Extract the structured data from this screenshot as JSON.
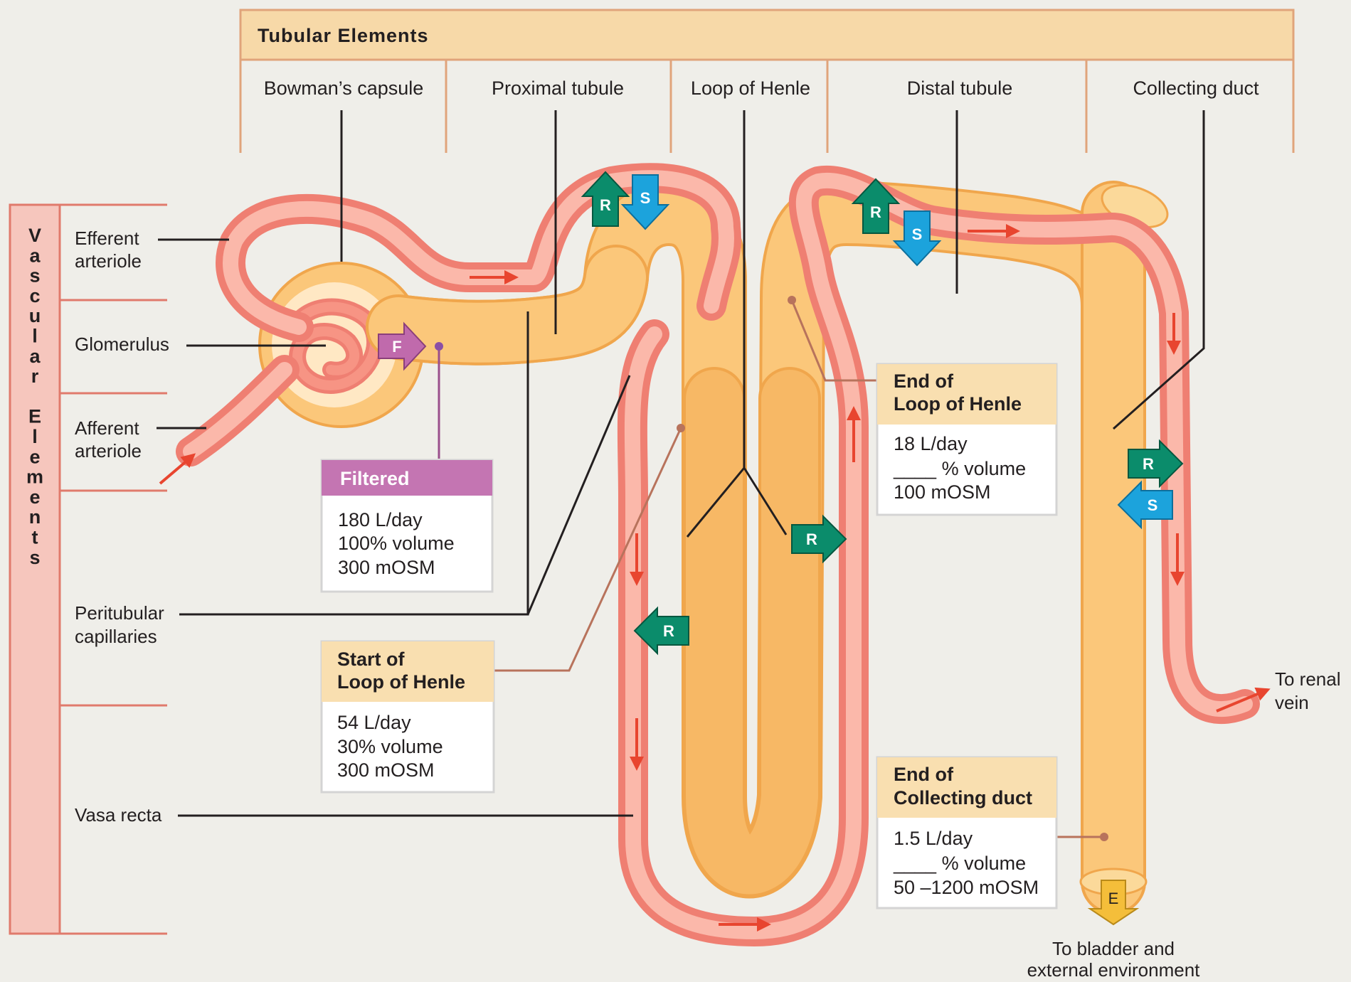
{
  "header": {
    "title": "Tubular Elements",
    "columns": [
      "Bowman’s capsule",
      "Proximal tubule",
      "Loop of Henle",
      "Distal tubule",
      "Collecting duct"
    ]
  },
  "vascular": {
    "title_letters": [
      "V",
      "a",
      "s",
      "c",
      "u",
      "l",
      "a",
      "r",
      "",
      "E",
      "l",
      "e",
      "m",
      "e",
      "n",
      "t",
      "s"
    ],
    "efferent": [
      "Efferent",
      "arteriole"
    ],
    "glomerulus": "Glomerulus",
    "afferent": [
      "Afferent",
      "arteriole"
    ],
    "peritubular": [
      "Peritubular",
      "capillaries"
    ],
    "vasa_recta": "Vasa recta"
  },
  "boxes": {
    "filtered": {
      "title": "Filtered",
      "lines": [
        "180 L/day",
        "100% volume",
        "300 mOSM"
      ]
    },
    "start_loop": {
      "title": [
        "Start of",
        "Loop of Henle"
      ],
      "lines": [
        "54 L/day",
        "30% volume",
        "300 mOSM"
      ]
    },
    "end_loop": {
      "title": [
        "End of",
        "Loop of Henle"
      ],
      "lines": [
        "18 L/day",
        "____ % volume",
        "100 mOSM"
      ]
    },
    "end_duct": {
      "title": [
        "End of",
        "Collecting duct"
      ],
      "lines": [
        "1.5 L/day",
        "____ % volume",
        "50 –1200 mOSM"
      ]
    }
  },
  "process_letters": {
    "filtration": "F",
    "reabsorption": "R",
    "secretion": "S",
    "excretion": "E"
  },
  "outputs": {
    "renal_vein": [
      "To renal",
      "vein"
    ],
    "bladder": [
      "To bladder and",
      "external environment"
    ]
  },
  "colors": {
    "tubule": "#fbc77a",
    "tubule_edge": "#f0a64c",
    "vessel": "#ef7f72",
    "vessel_light": "#fbb8aa",
    "header_bg": "#f7d9a8",
    "header_border": "#e0a47b",
    "filtration": "#c06aac",
    "reabsorption": "#0b8c6b",
    "secretion": "#1ca3dc",
    "excretion": "#f4be3a",
    "arrow_red": "#e8452f"
  }
}
